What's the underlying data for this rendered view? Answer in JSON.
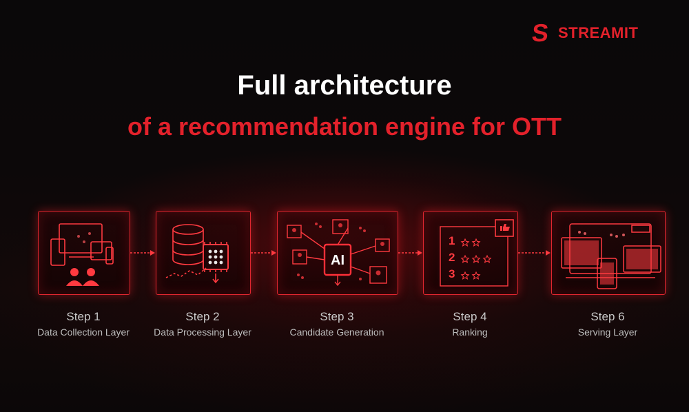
{
  "brand": {
    "name": "STREAMIT",
    "mark": "S",
    "color": "#e3212b"
  },
  "title": "Full architecture",
  "subtitle": "of a recommendation engine for OTT",
  "colors": {
    "accent": "#e3212b",
    "background": "#0a0809",
    "text": "#ffffff",
    "label": "#bdbdbd"
  },
  "steps": [
    {
      "number": "Step 1",
      "label": "Data Collection Layer",
      "icon": "devices-users-icon"
    },
    {
      "number": "Step 2",
      "label": "Data Processing Layer",
      "icon": "database-chip-icon"
    },
    {
      "number": "Step 3",
      "label": "Candidate Generation",
      "icon": "ai-chip-network-icon",
      "chip_text": "AI"
    },
    {
      "number": "Step 4",
      "label": "Ranking",
      "icon": "ranked-list-icon",
      "ranks": [
        "1",
        "2",
        "3"
      ]
    },
    {
      "number": "Step 6",
      "label": "Serving Layer",
      "icon": "multi-screen-icon"
    }
  ]
}
